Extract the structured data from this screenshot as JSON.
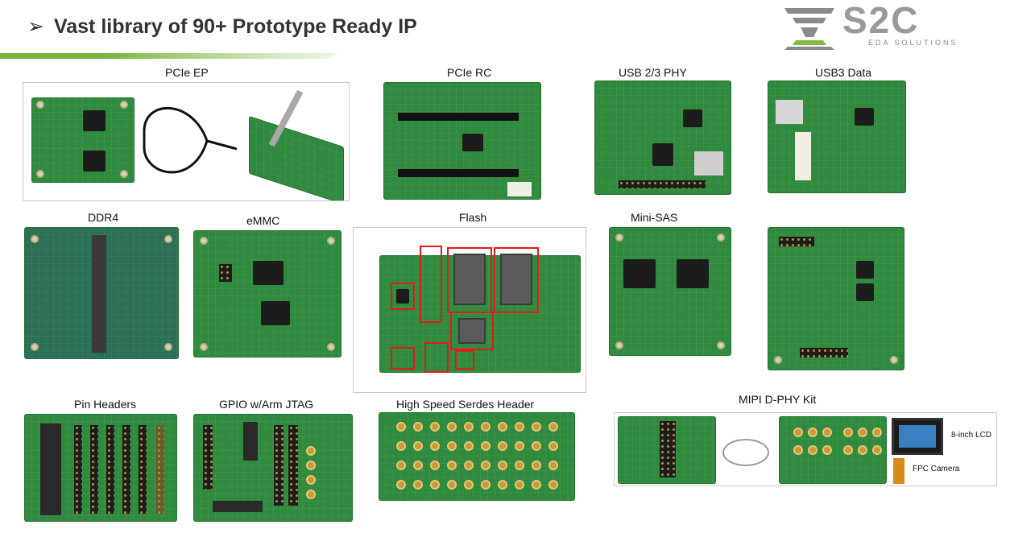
{
  "header": {
    "title": "Vast library of 90+ Prototype Ready IP",
    "bullet": "➢"
  },
  "logo": {
    "mark": "S2C",
    "tagline": "EDA SOLUTIONS",
    "accent": "#7fbf3f",
    "grey": "#8a8a8a"
  },
  "colors": {
    "rule_green": "#78b43c",
    "pcb_green": "#2f8a3e",
    "highlight_red": "#e01a1a"
  },
  "boards": {
    "pcie_ep": "PCIe EP",
    "pcie_rc": "PCIe RC",
    "usb23_phy": "USB 2/3 PHY",
    "usb3_data": "USB3 Data",
    "ddr4": "DDR4",
    "emmc": "eMMC",
    "flash": "Flash",
    "mini_sas": "Mini-SAS",
    "pin_headers": "Pin Headers",
    "gpio_jtag": "GPIO w/Arm JTAG",
    "serdes": "High Speed Serdes Header",
    "mipi": "MIPI D-PHY Kit"
  },
  "mipi_items": {
    "lcd": "8-inch LCD",
    "camera": "FPC Camera"
  }
}
